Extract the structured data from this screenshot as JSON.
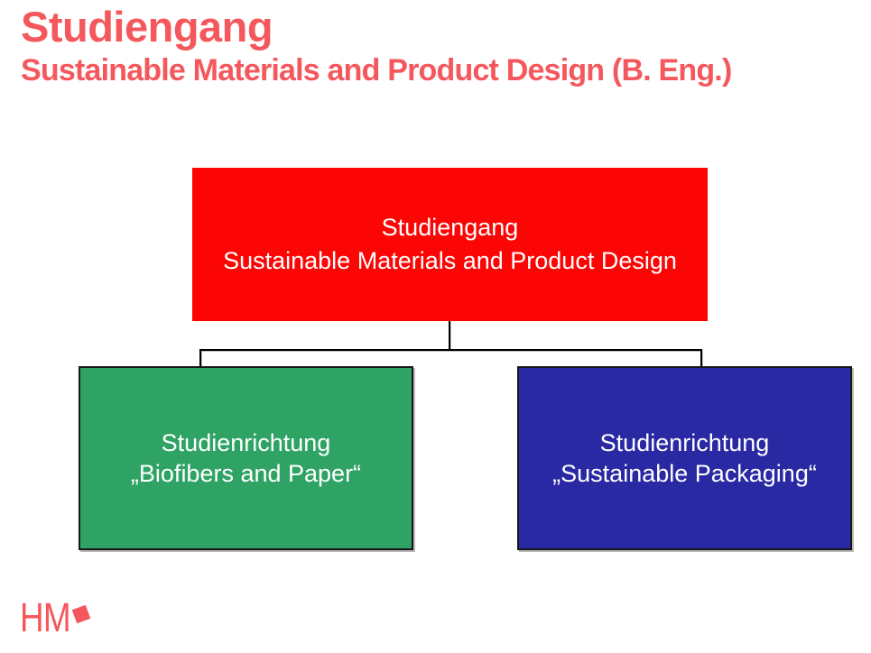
{
  "header": {
    "title": "Studiengang",
    "subtitle": "Sustainable Materials and Product Design (B. Eng.)"
  },
  "org_chart": {
    "type": "hierarchy",
    "root": {
      "line1": "Studiengang",
      "line2": "Sustainable Materials and Product Design",
      "color": "#fb0505"
    },
    "children": [
      {
        "line1": "Studienrichtung",
        "line2": "„Biofibers and Paper“",
        "color": "#2ea364"
      },
      {
        "line1": "Studienrichtung",
        "line2": "„Sustainable Packaging“",
        "color": "#2929a3"
      }
    ]
  },
  "logo": {
    "text": "HM",
    "color": "#f4575c"
  },
  "colors": {
    "accent_red": "#f4575c",
    "box_red": "#fb0505",
    "box_green": "#2ea364",
    "box_blue": "#2929a3",
    "text_on_box": "#ffffff",
    "connector": "#000000",
    "background": "#ffffff"
  }
}
